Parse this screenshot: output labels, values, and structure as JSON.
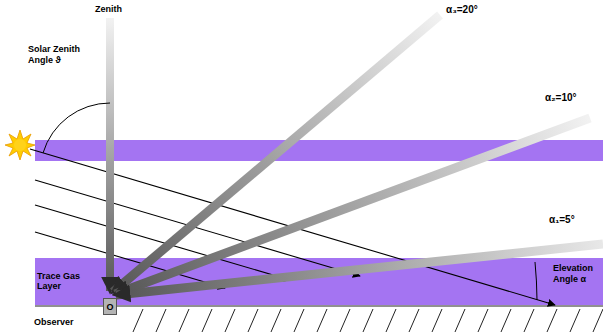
{
  "diagram": {
    "nodes": [
      {
        "text": [
          "Trace Gas Layer"
        ]
      },
      {
        "text": [
          "O",
          "Observer"
        ]
      }
    ],
    "labels": [
      "Zenith",
      "Solar Zenith Angle ϑ",
      "α₃=20°",
      "α₂=10°",
      "α₁=5°",
      "Elevation Angle α"
    ]
  }
}
